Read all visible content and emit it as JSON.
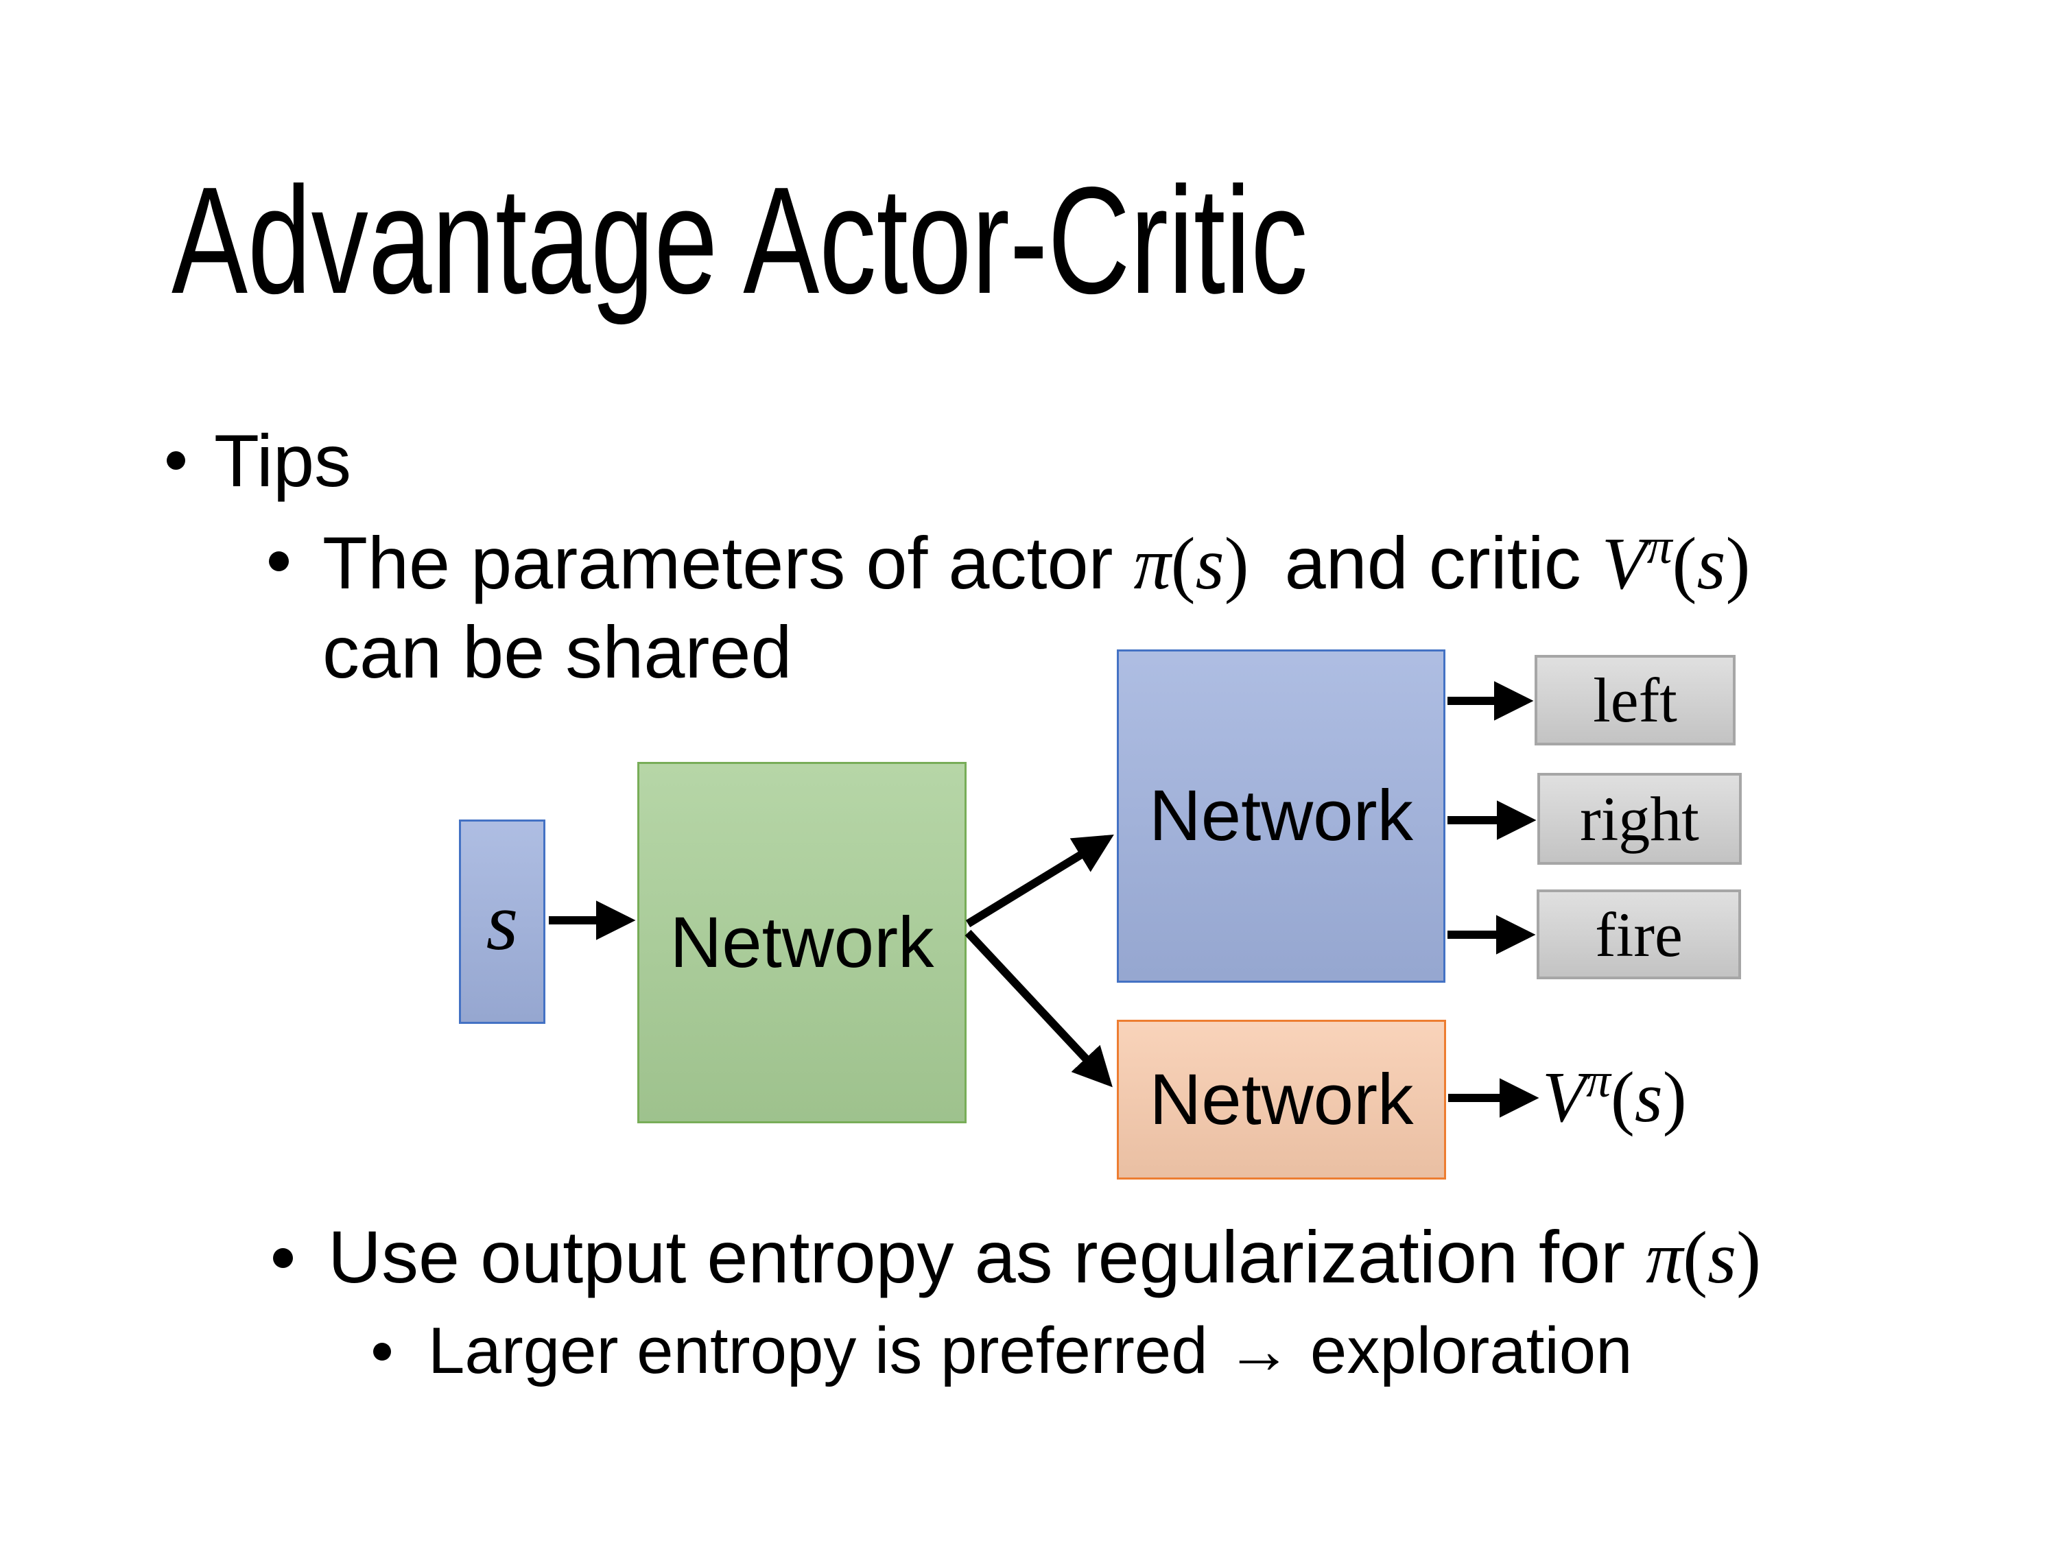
{
  "slide": {
    "title": "Advantage Actor-Critic",
    "tips_label": "Tips",
    "item_shared": {
      "pre": "The parameters of actor ",
      "mid": " and critic ",
      "line2": "can be shared"
    },
    "item_entropy": {
      "pre": "Use output entropy as regularization for "
    },
    "item_exploration": "Larger entropy is preferred → exploration",
    "math": {
      "V": "V",
      "pi": "π",
      "s": "s",
      "lparen": "(",
      "rparen": ")"
    }
  },
  "diagram": {
    "state_label": "s",
    "shared_network_label": "Network",
    "actor_network_label": "Network",
    "critic_network_label": "Network",
    "actions": [
      "left",
      "right",
      "fire"
    ],
    "colors": {
      "state_fill": "#9FB1DD",
      "state_border": "#4472C4",
      "shared_fill": "#A8CE96",
      "shared_border": "#78AD58",
      "actor_fill": "#9FB1DD",
      "actor_border": "#4472C4",
      "critic_fill": "#F8CBAD",
      "critic_border": "#ED7D31",
      "action_fill": "#D2D2D2",
      "action_border": "#A6A6A6",
      "arrow": "#000000"
    }
  }
}
